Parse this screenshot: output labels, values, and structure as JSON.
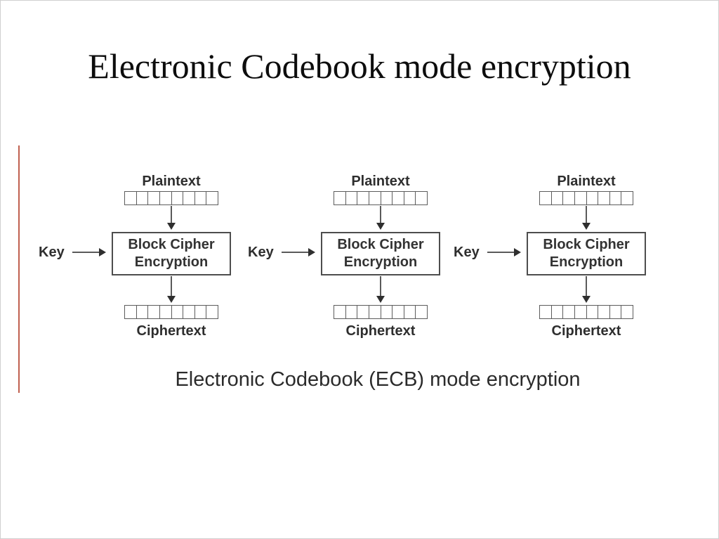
{
  "slide": {
    "title": "Electronic Codebook mode encryption",
    "caption": "Electronic Codebook (ECB) mode encryption",
    "accent_line_color": "#c0604f"
  },
  "diagram": {
    "units": [
      {
        "plaintext_label": "Plaintext",
        "key_label": "Key",
        "box_line1": "Block Cipher",
        "box_line2": "Encryption",
        "ciphertext_label": "Ciphertext",
        "block_cells": 8
      },
      {
        "plaintext_label": "Plaintext",
        "key_label": "Key",
        "box_line1": "Block Cipher",
        "box_line2": "Encryption",
        "ciphertext_label": "Ciphertext",
        "block_cells": 8
      },
      {
        "plaintext_label": "Plaintext",
        "key_label": "Key",
        "box_line1": "Block Cipher",
        "box_line2": "Encryption",
        "ciphertext_label": "Ciphertext",
        "block_cells": 8
      }
    ]
  }
}
